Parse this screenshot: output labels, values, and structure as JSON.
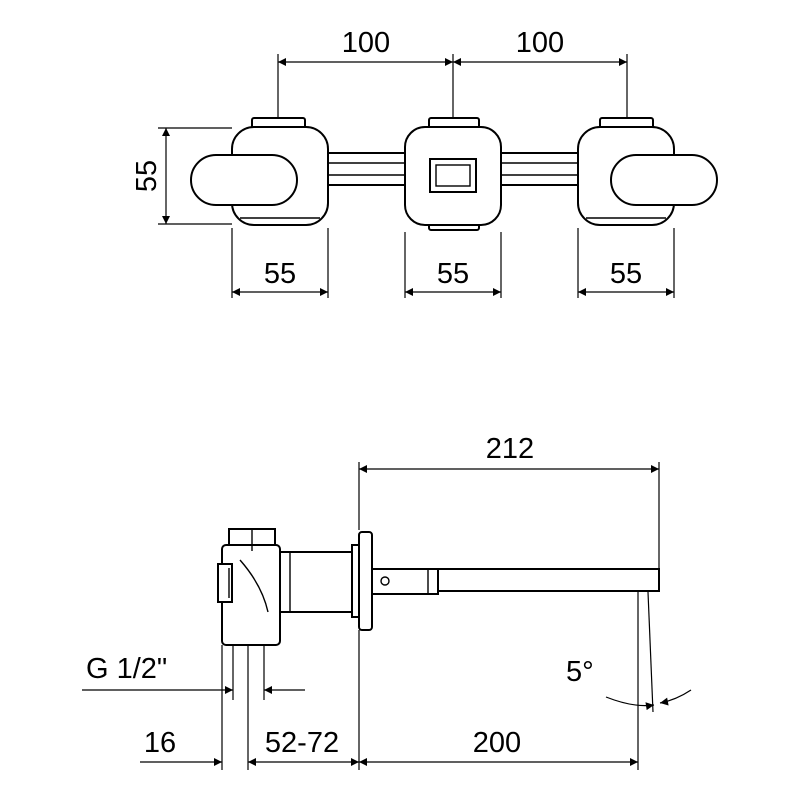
{
  "top_view": {
    "dimensions": {
      "spacing_left": "100",
      "spacing_right": "100",
      "height": "55",
      "width_left": "55",
      "width_center": "55",
      "width_right": "55"
    }
  },
  "side_view": {
    "dimensions": {
      "total_length": "212",
      "thread": "G 1/2\"",
      "pipe_offset": "16",
      "wall_range": "52-72",
      "spout_length": "200",
      "angle": "5°"
    }
  }
}
